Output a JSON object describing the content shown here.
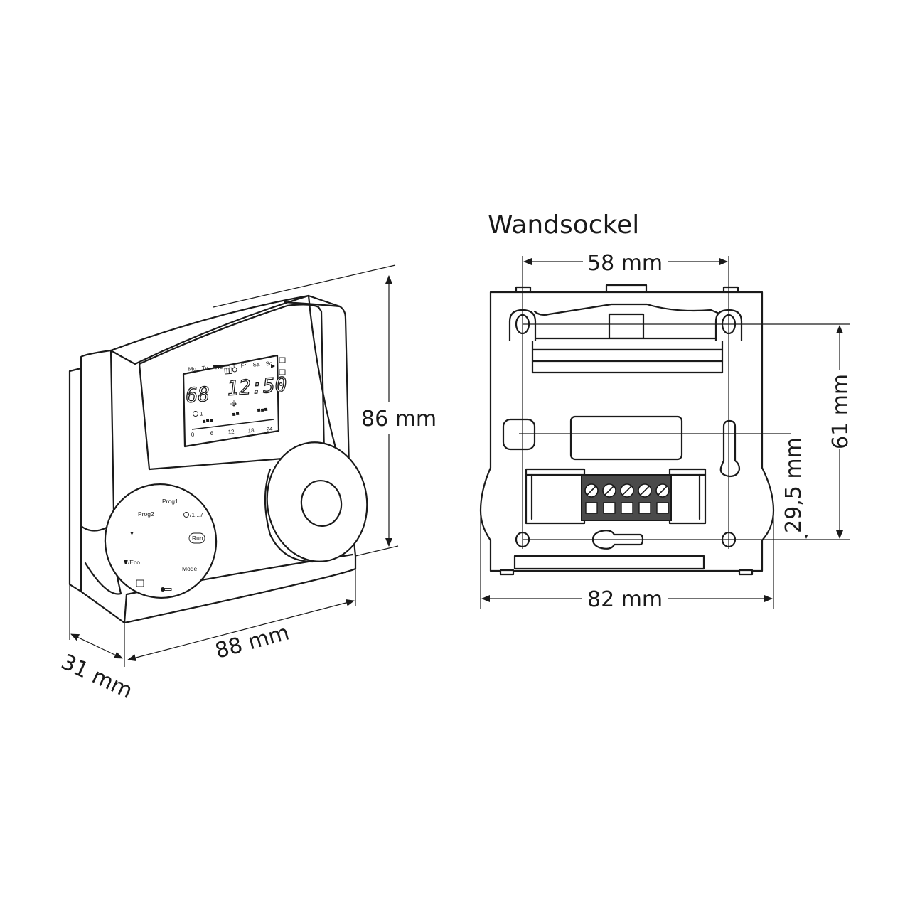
{
  "left_view": {
    "dim_height": "86 mm",
    "dim_width": "88 mm",
    "dim_depth": "31 mm",
    "lcd": {
      "days": [
        "Mo",
        "Tu",
        "We",
        "Th",
        "Fr",
        "Sa",
        "So"
      ],
      "temperature": "68",
      "time": "12:50",
      "timer_label": "1",
      "scale": [
        "0",
        "6",
        "12",
        "18",
        "24"
      ]
    },
    "dial_labels": {
      "prog1": "Prog1",
      "prog2": "Prog2",
      "days_range": "/1...7",
      "run": "Run",
      "eco": "/Eco",
      "mode": "Mode"
    }
  },
  "right_view": {
    "title": "Wandsockel",
    "dim_top": "58 mm",
    "dim_bottom": "82 mm",
    "dim_right_outer": "61 mm",
    "dim_right_inner": "29,5 mm"
  }
}
